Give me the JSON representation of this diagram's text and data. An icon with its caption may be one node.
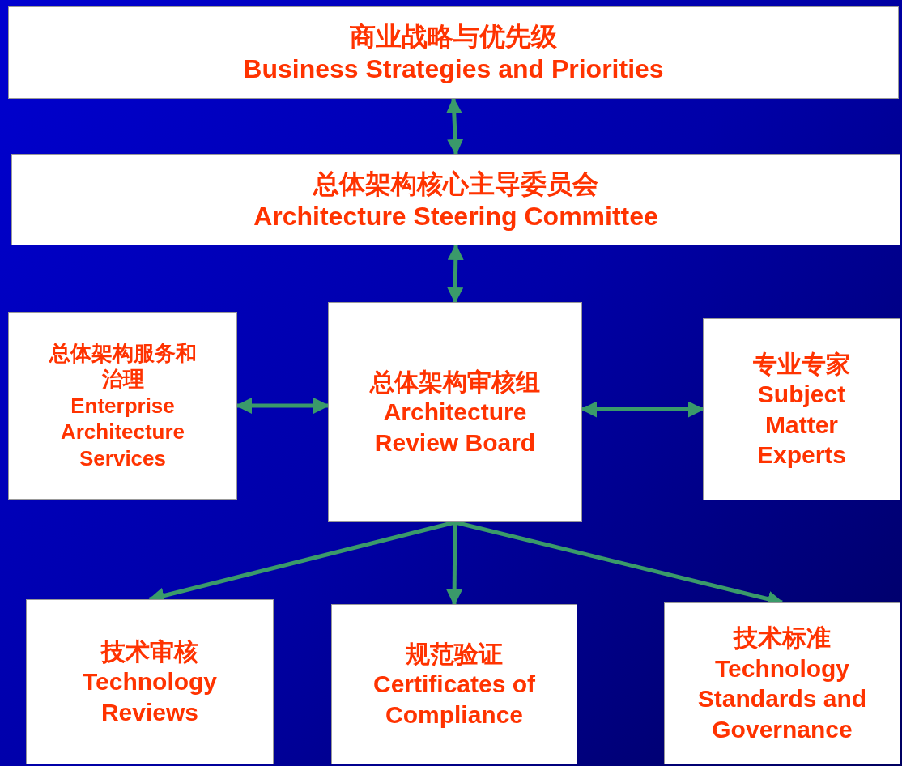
{
  "diagram": {
    "nodes": [
      {
        "text": [
          "商业战略与优先级",
          "Business Strategies and Priorities"
        ]
      },
      {
        "text": [
          "总体架构核心主导委员会",
          "Architecture Steering Committee"
        ]
      },
      {
        "text": [
          "总体架构服务和治理",
          "Enterprise Architecture Services"
        ]
      },
      {
        "text": [
          "总体架构审核组",
          "Architecture Review Board"
        ]
      },
      {
        "text": [
          "专业专家",
          "Subject Matter Experts"
        ]
      },
      {
        "text": [
          "技术审核",
          "Technology Reviews"
        ]
      },
      {
        "text": [
          "规范验证",
          "Certificates of Compliance"
        ]
      },
      {
        "text": [
          "技术标准",
          "Technology Standards and Governance"
        ]
      }
    ],
    "edges": [
      {
        "from": 0,
        "to": 1,
        "arrow": "both"
      },
      {
        "from": 1,
        "to": 3,
        "arrow": "both"
      },
      {
        "from": 2,
        "to": 3,
        "arrow": "both"
      },
      {
        "from": 3,
        "to": 4,
        "arrow": "both"
      },
      {
        "from": 3,
        "to": 5,
        "arrow": "to"
      },
      {
        "from": 3,
        "to": 6,
        "arrow": "to"
      },
      {
        "from": 3,
        "to": 7,
        "arrow": "to"
      }
    ]
  }
}
